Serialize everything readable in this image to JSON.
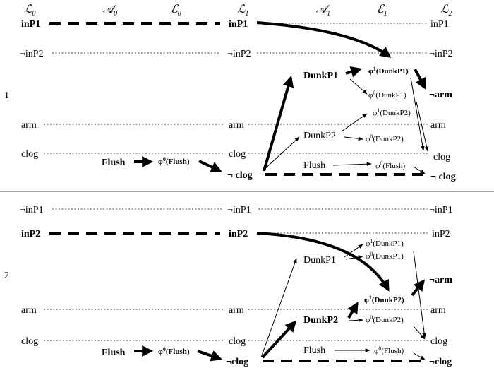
{
  "headers": [
    {
      "base": "ℒ",
      "sub": "0"
    },
    {
      "base": "𝒜",
      "sub": "0"
    },
    {
      "base": "ℰ",
      "sub": "0"
    },
    {
      "base": "ℒ",
      "sub": "1"
    },
    {
      "base": "𝒜",
      "sub": "1"
    },
    {
      "base": "ℰ",
      "sub": "1"
    },
    {
      "base": "ℒ",
      "sub": "2"
    }
  ],
  "scenario1": {
    "number": "1",
    "level0": [
      "inP1",
      "¬inP2",
      "arm",
      "clog"
    ],
    "level1": [
      "inP1",
      "¬inP2",
      "arm",
      "clog",
      "¬ clog"
    ],
    "level2": [
      "inP1",
      "¬inP2",
      "¬arm",
      "arm",
      "clog",
      "¬ clog"
    ],
    "actions0": [
      "Flush"
    ],
    "effects0": [
      {
        "base": "φ",
        "sup": "0",
        "arg": "(Flush)"
      }
    ],
    "actions1": [
      "DunkP1",
      "DunkP2",
      "Flush"
    ],
    "effects1": [
      {
        "base": "φ",
        "sup": "1",
        "arg": "(DunkP1)"
      },
      {
        "base": "φ",
        "sup": "0",
        "arg": "(DunkP1)"
      },
      {
        "base": "φ",
        "sup": "1",
        "arg": "(DunkP2)"
      },
      {
        "base": "φ",
        "sup": "0",
        "arg": "(DunkP2)"
      },
      {
        "base": "φ",
        "sup": "0",
        "arg": "(Flush)"
      }
    ]
  },
  "scenario2": {
    "number": "2",
    "level0": [
      "¬inP1",
      "inP2",
      "arm",
      "clog"
    ],
    "level1": [
      "¬inP1",
      "inP2",
      "arm",
      "clog",
      "¬clog"
    ],
    "level2": [
      "¬inP1",
      "inP2",
      "¬arm",
      "arm",
      "clog",
      "¬clog"
    ],
    "actions0": [
      "Flush"
    ],
    "effects0": [
      {
        "base": "φ",
        "sup": "0",
        "arg": "(Flush)"
      }
    ],
    "actions1": [
      "DunkP1",
      "DunkP2",
      "Flush"
    ],
    "effects1": [
      {
        "base": "φ",
        "sup": "1",
        "arg": "(DunkP1)"
      },
      {
        "base": "φ",
        "sup": "0",
        "arg": "(DunkP1)"
      },
      {
        "base": "φ",
        "sup": "1",
        "arg": "(DunkP2)"
      },
      {
        "base": "φ",
        "sup": "0",
        "arg": "(DunkP2)"
      },
      {
        "base": "φ",
        "sup": "0",
        "arg": "(Flush)"
      }
    ]
  }
}
